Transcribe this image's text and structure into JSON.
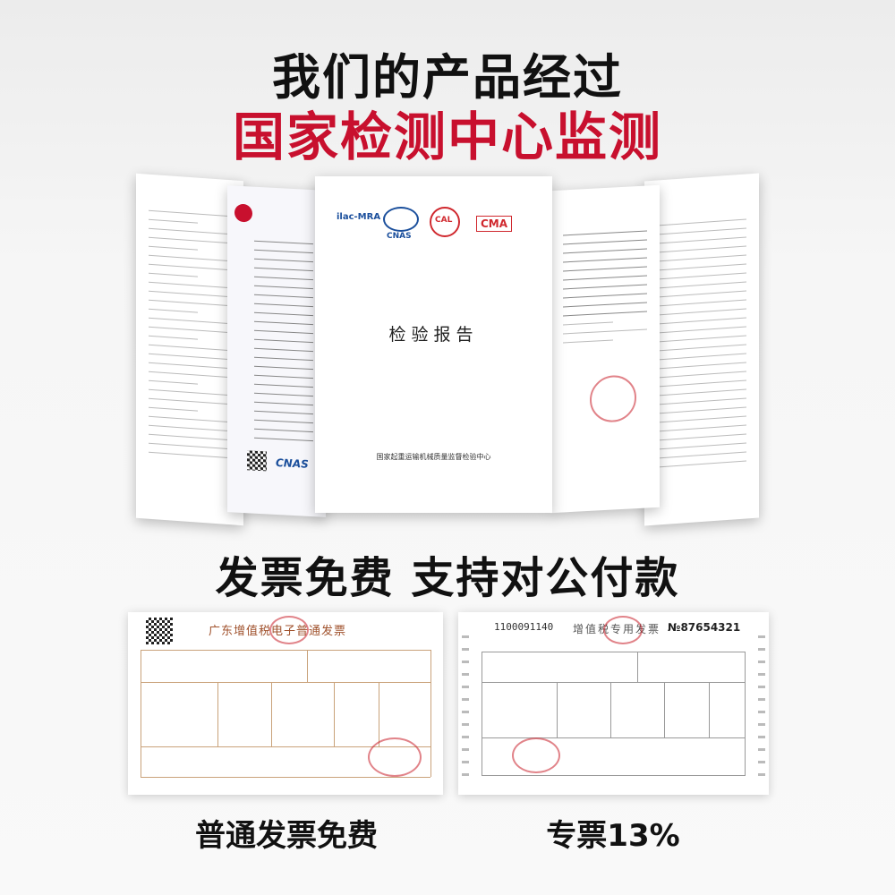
{
  "headline": {
    "line1": "我们的产品经过",
    "line2": "国家检测中心监测",
    "line3": "发票免费  支持对公付款"
  },
  "center_document": {
    "title": "检验报告",
    "issuer": "国家起重运输机械质量监督检验中心",
    "logos": [
      "ilac-MRA",
      "CNAS",
      "CAL",
      "CMA"
    ]
  },
  "left_cert_logo": "CNAS",
  "captions": {
    "left": "普通发票免费",
    "right": "专票13%"
  },
  "invoices": {
    "left_title": "广东增值税电子普通发票",
    "right_title": "增值税专用发票",
    "right_code": "1100091140",
    "right_number": "№87654321"
  },
  "colors": {
    "headline_red": "#c8102e",
    "headline_black": "#111111",
    "stamp_red": "#c81e28"
  }
}
